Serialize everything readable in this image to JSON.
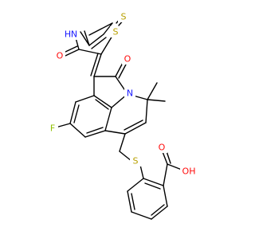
{
  "molecule": {
    "atoms": {
      "S_thioxo": {
        "label": "S",
        "color": "#b8a000"
      },
      "N_imide": {
        "label": "N",
        "color": "#1a1aff"
      },
      "H_imide": {
        "label": "H",
        "color": "#1a1aff"
      },
      "S_ring": {
        "label": "S",
        "color": "#b8a000"
      },
      "O_thiazolidinone": {
        "label": "O",
        "color": "#ff0d0d"
      },
      "O_lactam": {
        "label": "O",
        "color": "#ff0d0d"
      },
      "N_ring": {
        "label": "N",
        "color": "#1a1aff"
      },
      "F": {
        "label": "F",
        "color": "#8fbf00"
      },
      "S_thioether": {
        "label": "S",
        "color": "#b8a000"
      },
      "O_carbonyl": {
        "label": "O",
        "color": "#ff0d0d"
      },
      "O_hydroxyl": {
        "label": "OH",
        "color": "#ff0d0d"
      }
    }
  }
}
